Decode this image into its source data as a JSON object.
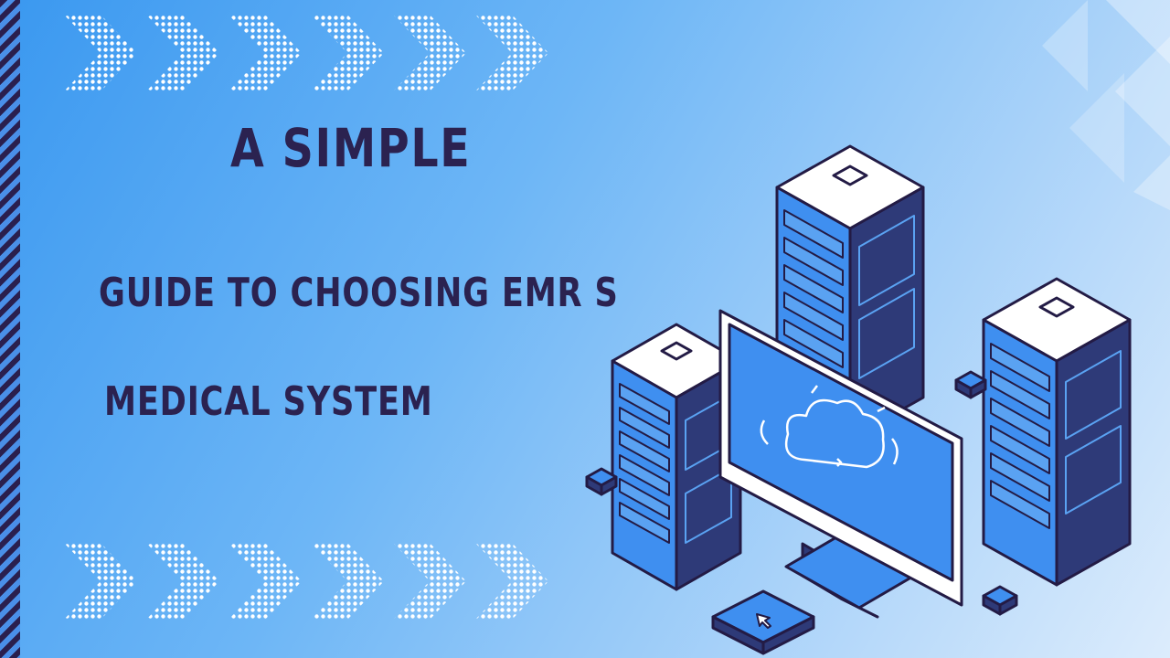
{
  "heading": {
    "line1": "A SIMPLE",
    "line2": "GUIDE TO CHOOSING EMR S",
    "line3": "MEDICAL SYSTEM"
  },
  "decor": {
    "side_stripe": "diagonal-stripe-border",
    "chevrons": "dotted-chevron-arrows",
    "illustration": "isometric-servers-with-cloud-monitor",
    "monitor_icon": "cloud-icon",
    "device_icon": "cursor-icon"
  },
  "colors": {
    "text": "#2b2250",
    "outline": "#231b45",
    "accent_blue": "#3f8ff0",
    "background_start": "#3a98f0",
    "background_end": "#dcecfc"
  }
}
